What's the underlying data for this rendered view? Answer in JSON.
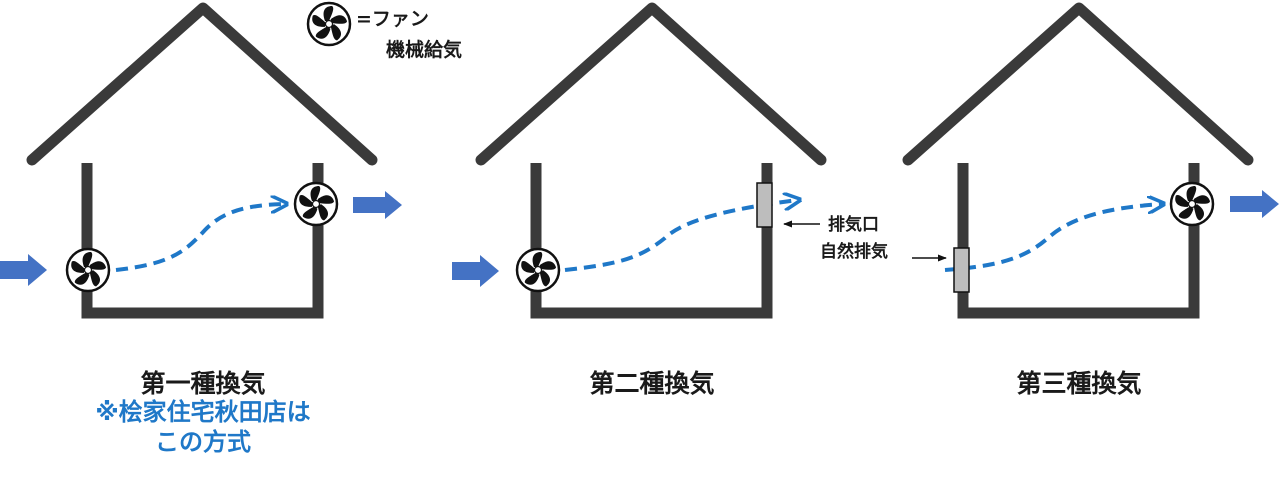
{
  "legend": {
    "symbol_icon": "fan-icon",
    "line1": "=ファン",
    "line2": "機械給気"
  },
  "houses": [
    {
      "caption": "第一種換気"
    },
    {
      "caption": "第二種換気"
    },
    {
      "caption": "第三種換気"
    }
  ],
  "note": {
    "line1": "※桧家住宅秋田店は",
    "line2": "この方式"
  },
  "exhaust_label": {
    "line1": "排気口",
    "line2": "自然排気"
  },
  "colors": {
    "house": "#3a3a3a",
    "arrow": "#4472c4",
    "flow": "#1f78c8",
    "note": "#1f78c8",
    "vent": "#bdbdbd"
  }
}
